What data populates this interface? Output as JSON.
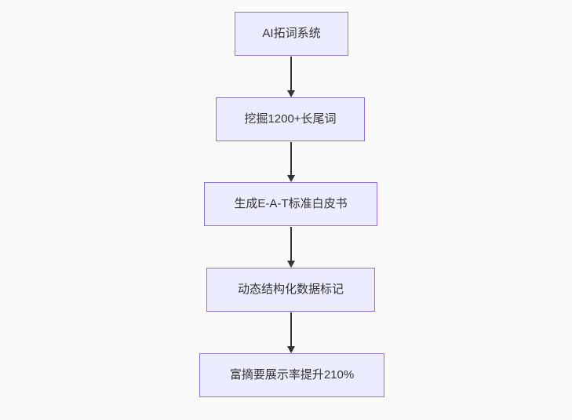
{
  "diagram": {
    "type": "flowchart",
    "direction": "top-down",
    "nodes": [
      {
        "label": "AI拓词系统"
      },
      {
        "label": "挖掘1200+长尾词"
      },
      {
        "label": "生成E-A-T标准白皮书"
      },
      {
        "label": "动态结构化数据标记"
      },
      {
        "label": "富摘要展示率提升210%"
      }
    ],
    "edges": [
      {
        "from": 0,
        "to": 1
      },
      {
        "from": 1,
        "to": 2
      },
      {
        "from": 2,
        "to": 3
      },
      {
        "from": 3,
        "to": 4
      }
    ],
    "colors": {
      "node_fill": "#ececff",
      "node_border": "#9370db",
      "node_text": "#333333",
      "arrow": "#333333",
      "background": "#fafafa"
    }
  }
}
